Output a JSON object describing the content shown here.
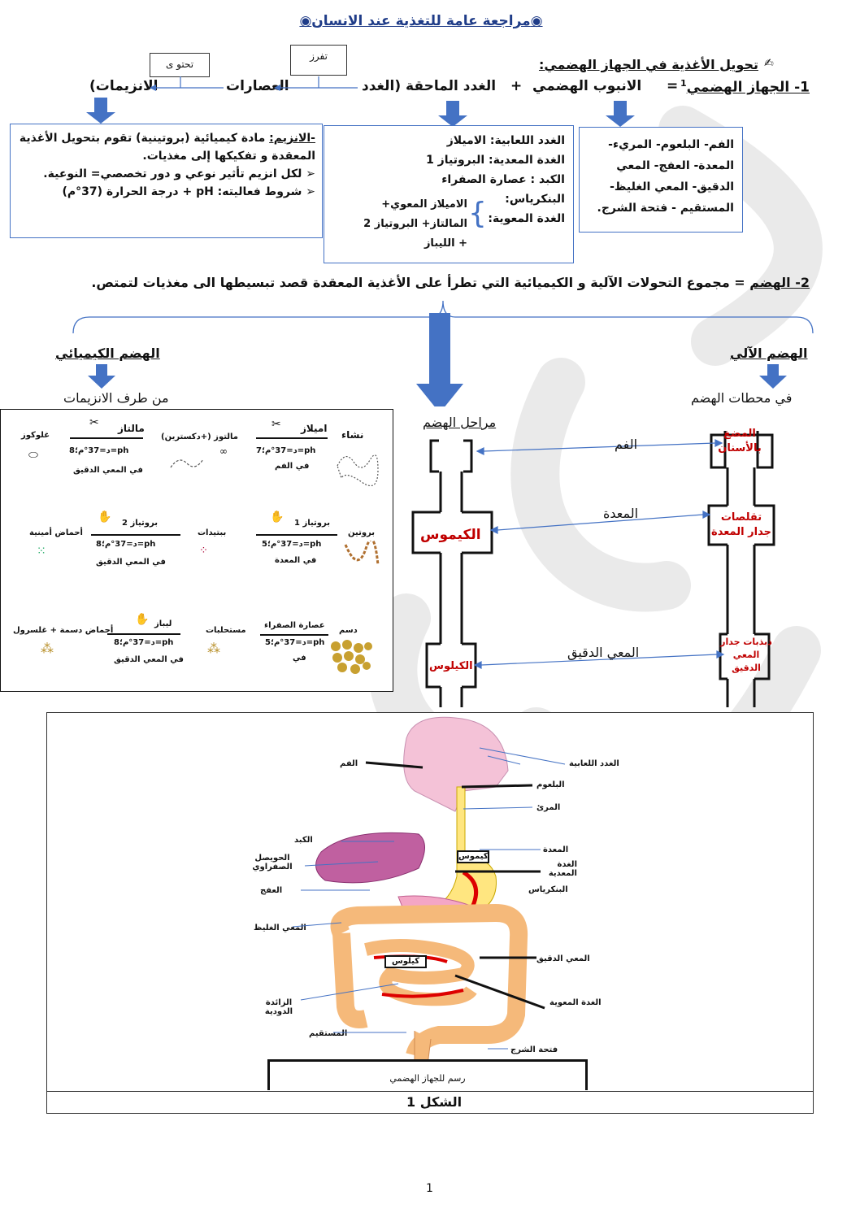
{
  "header": {
    "title": "مراجعة عامة للتغذية عند الانسان"
  },
  "section1": {
    "heading": "تحويل الأغذية في الجهاز الهضمي:",
    "equation": "1- الجهاز الهضمي",
    "superscript": "1",
    "equals": "=",
    "tube": "الانبوب الهضمي",
    "plus": "+",
    "glands": "الغدد الماحقة (الغدد",
    "juices": "العصارات",
    "enzymes": "الانزيمات)",
    "secrete_label": "تفرز",
    "contain_label": "تحتو ى"
  },
  "box_right": {
    "text": "الفم- البلعوم- المريء- المعدة- العفج- المعي الدقيق- المعي الغليظ- المستقيم - فتحة الشرج."
  },
  "box_middle": {
    "lines": [
      "الغدد اللعابية: الاميلاز",
      "الغدة المعدية: البروتياز 1",
      "الكبد : عصارة الصفراء",
      "البنكرياس:",
      "الغدة المعوية:"
    ],
    "bracket_lines": [
      "الاميلاز المعوي+",
      "المالتاز+ البروتياز 2",
      "+ الليباز"
    ]
  },
  "box_left": {
    "line1_term": "-الانزيم:",
    "line1": "مادة كيميائية (بروتينية) تقوم بتحويل الأغذية المعقدة و تفكيكها إلى مغذيات.",
    "line2": "لكل انزيم تأثير نوعي و دور تخصصي= النوعية.",
    "line3": "شروط فعاليته: pH + درجة الحرارة (37°م)"
  },
  "section2": {
    "term": "2- الهضم",
    "definition": "= مجموع التحولات الآلية و الكيميائية التي تطرأ على الأغذية المعقدة قصد تبسيطها الى مغذيات لتمتص."
  },
  "digestion": {
    "chemical_title": "الهضم الكيميائي",
    "chemical_sub": "من طرف الانزيمات",
    "mechanical_title": "الهضم الآلي",
    "mechanical_sub": "في محطات الهضم",
    "stages_title": "مراحل الهضم",
    "chyme": "الكيموس",
    "chyle": "الكيلوس",
    "mouth": "الفم",
    "stomach": "المعدة",
    "small_intestine": "المعي الدقيق",
    "chewing": "المضغ بالأسنان",
    "stomach_contractions": "تقلصات جدار المعدة",
    "intestine_vibrations": "ذبذبات جدار المعي الدقيق"
  },
  "enzyme_table": {
    "row1": {
      "starch": "نشاء",
      "amylase": "اميلاز",
      "cond1": "د=37°م؛7=ph",
      "where1": "في الفم",
      "maltose": "مالتوز (+دكسترين)",
      "maltase": "مالتاز",
      "cond2": "د=37°م؛8=ph",
      "where2": "في المعي الدقيق",
      "glucose": "غلوكوز"
    },
    "row2": {
      "protein": "بروتين",
      "protease1": "بروتياز 1",
      "cond1": "د=37°م؛5=ph",
      "where1": "في المعدة",
      "peptides": "ببتيدات",
      "protease2": "بروتياز 2",
      "cond2": "د=37°م؛8=ph",
      "where2": "في المعي الدقيق",
      "amino": "أحماض أمينية"
    },
    "row3": {
      "fat": "دسم",
      "bile": "عصارة الصفراء",
      "cond1": "د=37°م؛5=ph",
      "where1": "في",
      "emulsions": "مستحلبات",
      "lipase": "ليباز",
      "cond2": "د=37°م؛8=ph",
      "where2": "في المعي الدقيق",
      "products": "أحماض دسمة + غلسرول"
    }
  },
  "figure": {
    "labels_right": [
      "الغدد اللعابية",
      "البلعوم",
      "المرئ",
      "المعدة",
      "الغدة المعدية",
      "البنكرياس",
      "المعي الدقيق",
      "الغدة المعوية",
      "فتحة الشرج"
    ],
    "labels_left": [
      "الفم",
      "الكبد",
      "الحويصل الصفراوي",
      "العفج",
      "المعي الغليظ",
      "الزائدة الدودية",
      "المستقيم"
    ],
    "chyme_tag": "كيموس",
    "chyle_tag": "كيلوس",
    "footer_box": "رسم للجهاز الهضمي",
    "caption": "الشكل 1"
  },
  "page_number": "1",
  "colors": {
    "accent": "#4472c4",
    "red": "#c00000",
    "organ_pink": "#f4c2d7",
    "organ_yellow": "#ffe680",
    "liver": "#c060a0",
    "intestine": "#f5b97a"
  }
}
